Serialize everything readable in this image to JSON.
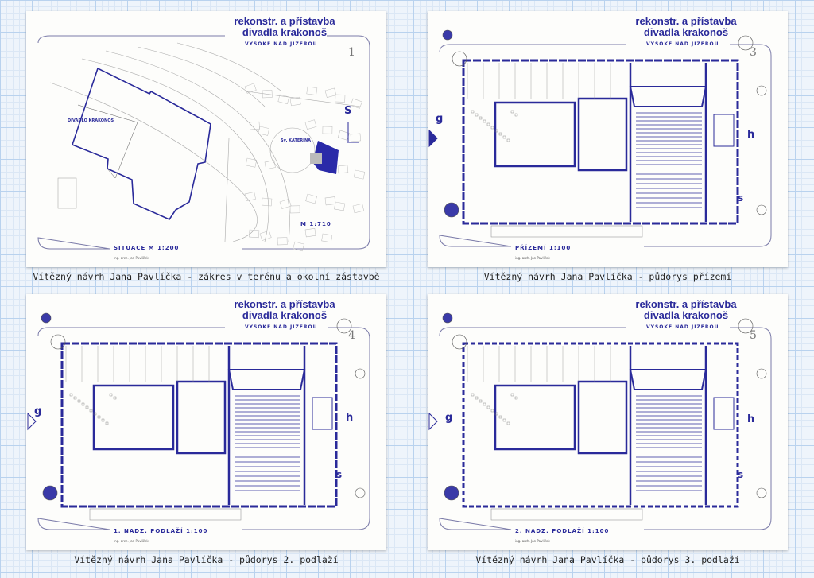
{
  "header": {
    "title_line1": "rekonstr. a přístavba",
    "title_line2": "divadla krakonoš",
    "location": "VYSOKÉ NAD JIZEROU"
  },
  "author": "ing. arch. Jan Pavlíček",
  "colors": {
    "ink": "#2a2a9a",
    "paper": "#fdfdfb",
    "grid": "#b9d2ee"
  },
  "panels": [
    {
      "number": "1",
      "label": "SITUACE M 1:200",
      "caption": "Vítězný návrh Jana Pavlíčka - zákres v terénu a okolní zástavbě",
      "notes": {
        "theatre": "DIVADLO KRAKONOŠ",
        "church": "Sv. KATEŘINA",
        "scale": "M 1:710",
        "compass": "S"
      }
    },
    {
      "number": "3",
      "label": "PŘÍZEMÍ 1:100",
      "caption": "Vítězný návrh Jana Pavlíčka - půdorys přízemí",
      "compass": [
        "g",
        "h",
        "s"
      ]
    },
    {
      "number": "4",
      "label": "1. NADZ. PODLAŽÍ 1:100",
      "caption": "Vítězný návrh Jana Pavlíčka - půdorys 2. podlaží",
      "compass": [
        "g",
        "h",
        "s"
      ]
    },
    {
      "number": "5",
      "label": "2. NADZ. PODLAŽÍ 1:100",
      "caption": "Vítězný návrh Jana Pavlíčka - půdorys 3. podlaží",
      "compass": [
        "g",
        "h",
        "s"
      ]
    }
  ]
}
